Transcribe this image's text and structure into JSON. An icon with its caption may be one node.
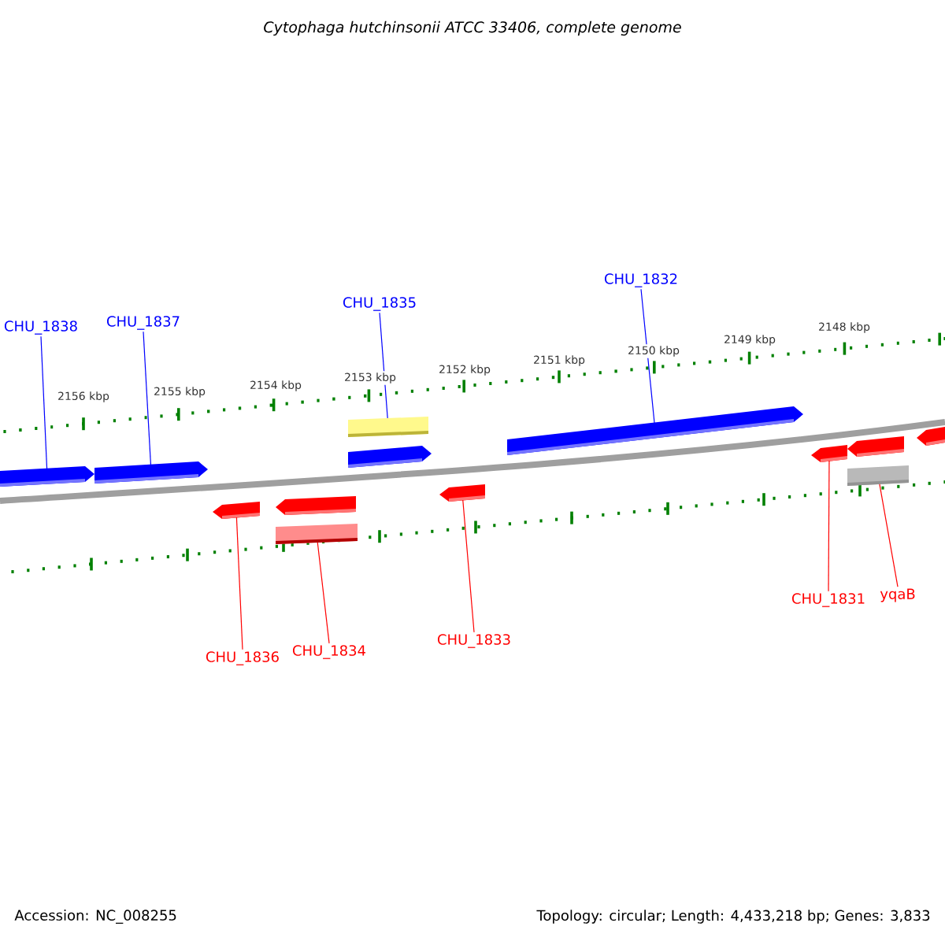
{
  "diagram": {
    "title": "Cytophaga hutchinsonii ATCC 33406, complete genome",
    "nodes": [
      {
        "text": [
          "CHU_1838"
        ]
      },
      {
        "text": [
          "CHU_1837"
        ]
      },
      {
        "text": [
          "CHU_1835"
        ]
      },
      {
        "text": [
          "CHU_1832"
        ]
      },
      {
        "text": [
          "CHU_1836"
        ]
      },
      {
        "text": [
          "CHU_1834"
        ]
      },
      {
        "text": [
          "CHU_1833"
        ]
      },
      {
        "text": [
          "CHU_1831"
        ]
      },
      {
        "text": [
          "yqaB"
        ]
      },
      {
        "text": [],
        "shape": "pentagon"
      },
      {
        "text": [],
        "shape": "pentagon"
      },
      {
        "text": [],
        "shape": "pentagon"
      },
      {
        "text": [],
        "shape": "pentagon"
      },
      {
        "text": [],
        "shape": "box"
      },
      {
        "text": [],
        "shape": "box"
      },
      {
        "text": [],
        "shape": "pentagon"
      },
      {
        "text": [],
        "shape": "pentagon"
      },
      {
        "text": [],
        "shape": "pentagon"
      },
      {
        "text": [],
        "shape": "pentagon"
      },
      {
        "text": [],
        "shape": "pentagon"
      },
      {
        "text": [],
        "shape": "box"
      },
      {
        "text": [],
        "shape": "pentagon"
      }
    ],
    "edges": [
      {
        "from": 0,
        "to": 9,
        "arrow": "none",
        "color": "#0000ff"
      },
      {
        "from": 1,
        "to": 10,
        "arrow": "none",
        "color": "#0000ff"
      },
      {
        "from": 2,
        "to": 14,
        "arrow": "none",
        "color": "#0000ff"
      },
      {
        "from": 3,
        "to": 17,
        "arrow": "none",
        "color": "#0000ff"
      },
      {
        "from": 4,
        "to": 11,
        "arrow": "none",
        "color": "#ff0000"
      },
      {
        "from": 5,
        "to": 13,
        "arrow": "none",
        "color": "#ff0000"
      },
      {
        "from": 6,
        "to": 16,
        "arrow": "none",
        "color": "#ff0000"
      },
      {
        "from": 7,
        "to": 18,
        "arrow": "none",
        "color": "#ff0000"
      },
      {
        "from": 8,
        "to": 20,
        "arrow": "none",
        "color": "#ff0000"
      }
    ],
    "labels": [
      "2156 kbp",
      "2155 kbp",
      "2154 kbp",
      "2153 kbp",
      "2152 kbp",
      "2151 kbp",
      "2150 kbp",
      "2149 kbp",
      "2148 kbp",
      "Accession: NC_008255",
      "Topology: circular; Length: 4,433,218 bp; Genes: 3,833"
    ]
  }
}
